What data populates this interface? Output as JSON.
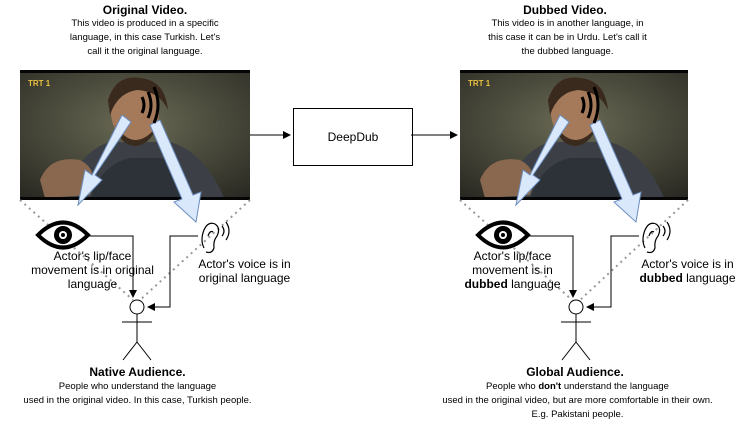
{
  "left": {
    "title": "Original Video.",
    "desc_lines": [
      "This video is produced in a specific",
      "language, in this case Turkish. Let's",
      "call it the original language."
    ],
    "lip_label": [
      "Actor's lip/face",
      "movement is in original",
      "language"
    ],
    "voice_label": [
      "Actor's voice is in",
      "original language"
    ],
    "audience_title": "Native Audience.",
    "audience_lines": [
      "People who understand the language",
      "used in the original video. In this case, Turkish people."
    ]
  },
  "right": {
    "title": "Dubbed Video.",
    "desc_lines": [
      "This video is in another language, in",
      "this case it can be in Urdu. Let's call it",
      "the dubbed language."
    ],
    "lip_label": {
      "line1": "Actor's lip/face",
      "line2": "movement is in",
      "line3_bold": "dubbed",
      "line3_rest": " language"
    },
    "voice_label": {
      "line1": "Actor's voice is in",
      "line2_bold": "dubbed",
      "line2_rest": " language"
    },
    "audience_title": "Global Audience.",
    "audience_line1_pre": "People who ",
    "audience_line1_bold": "don't",
    "audience_line1_post": " understand the language",
    "audience_lines": [
      "used in the original video, but are more comfortable in their own.",
      "E.g. Pakistani people."
    ]
  },
  "center_box": "DeepDub",
  "video_logo": "TRT 1",
  "colors": {
    "arrow_fill": "#dae8fc",
    "arrow_stroke": "#6c8ebf",
    "dotted": "#999999"
  }
}
